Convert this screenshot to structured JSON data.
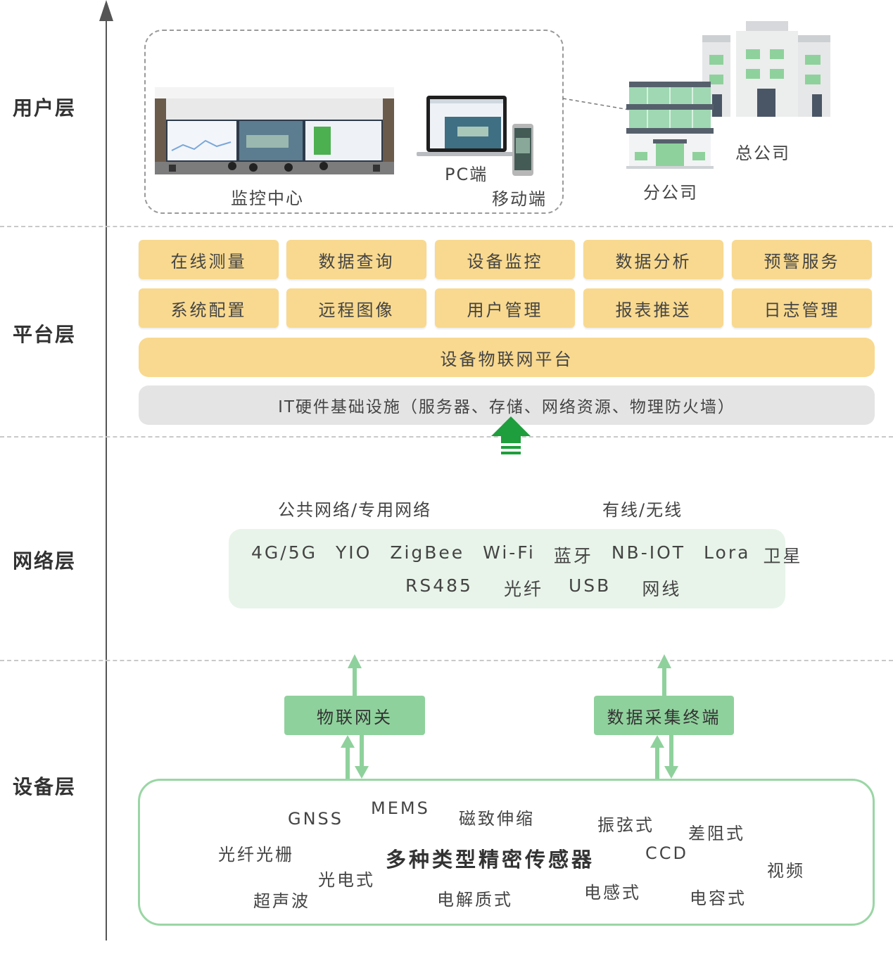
{
  "layers": {
    "user": "用户层",
    "platform": "平台层",
    "network": "网络层",
    "device": "设备层"
  },
  "user_layer": {
    "monitor_center": "监控中心",
    "pc": "PC端",
    "mobile": "移动端",
    "branch": "分公司",
    "headquarters": "总公司"
  },
  "platform_layer": {
    "services_row1": [
      "在线测量",
      "数据查询",
      "设备监控",
      "数据分析",
      "预警服务"
    ],
    "services_row2": [
      "系统配置",
      "远程图像",
      "用户管理",
      "报表推送",
      "日志管理"
    ],
    "iot_platform": "设备物联网平台",
    "infrastructure": "IT硬件基础设施（服务器、存储、网络资源、物理防火墙）"
  },
  "network_layer": {
    "public_private": "公共网络/专用网络",
    "wired_wireless": "有线/无线",
    "row1": [
      "4G/5G",
      "YIO",
      "ZigBee",
      "Wi-Fi",
      "蓝牙",
      "NB-IOT",
      "Lora",
      "卫星"
    ],
    "row2": [
      "RS485",
      "光纤",
      "USB",
      "网线"
    ]
  },
  "device_layer": {
    "gateway": "物联网关",
    "collector": "数据采集终端",
    "sensors_title": "多种类型精密传感器",
    "sensors": {
      "gnss": "GNSS",
      "mems": "MEMS",
      "magnetostrictive": "磁致伸缩",
      "vibrating_wire": "振弦式",
      "differential_resistance": "差阻式",
      "fbg": "光纤光栅",
      "ccd": "CCD",
      "video": "视频",
      "photoelectric": "光电式",
      "ultrasonic": "超声波",
      "electrolytic": "电解质式",
      "inductive": "电感式",
      "capacitive": "电容式"
    }
  },
  "colors": {
    "service_box": "#f8d98f",
    "infra_bar": "#e4e4e4",
    "network_box": "#e8f4e9",
    "gateway_box": "#8fd19c",
    "green_arrow": "#1e9e3c",
    "light_arrow": "#8fd19c"
  }
}
